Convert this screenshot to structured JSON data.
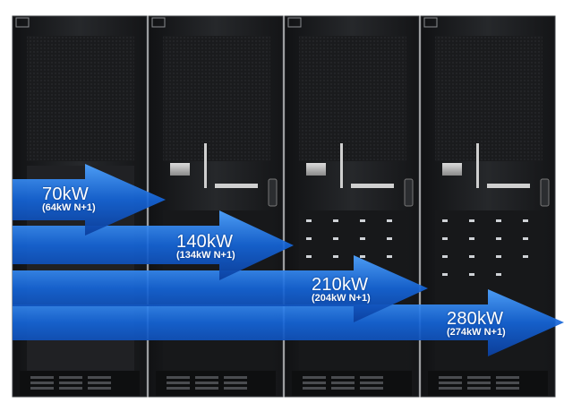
{
  "scene": {
    "description_free": true,
    "rack_count": 4,
    "colors": {
      "rack_body": "#1c1d1f",
      "rack_edge": "#3a3c40",
      "arrow_blue": "#1565d8",
      "arrow_light": "#4fa3ff",
      "label": "#ffffff"
    }
  },
  "arrows": [
    {
      "label": "70kW",
      "sublabel": "(64kW N+1)"
    },
    {
      "label": "140kW",
      "sublabel": "(134kW N+1)"
    },
    {
      "label": "210kW",
      "sublabel": "(204kW N+1)"
    },
    {
      "label": "280kW",
      "sublabel": "(274kW N+1)"
    }
  ]
}
